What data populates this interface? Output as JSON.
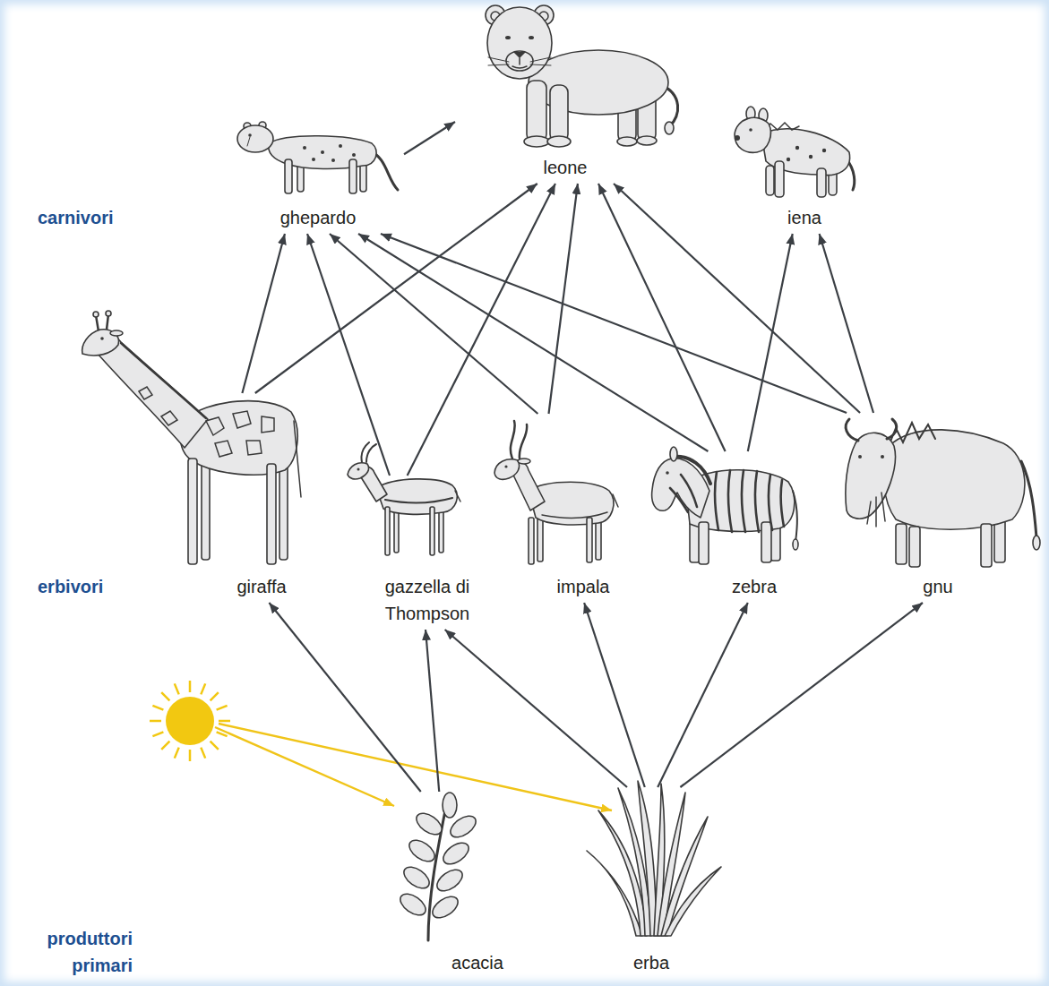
{
  "diagram": {
    "nodes": [
      {
        "text": [
          "leone"
        ]
      },
      {
        "text": [
          "ghepardo"
        ]
      },
      {
        "text": [
          "iena"
        ]
      },
      {
        "text": [
          "giraffa"
        ]
      },
      {
        "text": [
          "gazzella di Thompson"
        ]
      },
      {
        "text": [
          "impala"
        ]
      },
      {
        "text": [
          "zebra"
        ]
      },
      {
        "text": [
          "gnu"
        ]
      },
      {
        "text": [
          "acacia"
        ]
      },
      {
        "text": [
          "erba"
        ]
      }
    ],
    "edges": [
      {
        "from": 1,
        "to": 0,
        "arrow": "to"
      },
      {
        "from": 3,
        "to": 1,
        "arrow": "to"
      },
      {
        "from": 3,
        "to": 0,
        "arrow": "to"
      },
      {
        "from": 4,
        "to": 1,
        "arrow": "to"
      },
      {
        "from": 4,
        "to": 0,
        "arrow": "to"
      },
      {
        "from": 5,
        "to": 1,
        "arrow": "to"
      },
      {
        "from": 5,
        "to": 0,
        "arrow": "to"
      },
      {
        "from": 6,
        "to": 1,
        "arrow": "to"
      },
      {
        "from": 6,
        "to": 0,
        "arrow": "to"
      },
      {
        "from": 6,
        "to": 2,
        "arrow": "to"
      },
      {
        "from": 7,
        "to": 1,
        "arrow": "to"
      },
      {
        "from": 7,
        "to": 0,
        "arrow": "to"
      },
      {
        "from": 7,
        "to": 2,
        "arrow": "to"
      },
      {
        "from": 8,
        "to": 3,
        "arrow": "to"
      },
      {
        "from": 8,
        "to": 4,
        "arrow": "to"
      },
      {
        "from": 9,
        "to": 4,
        "arrow": "to"
      },
      {
        "from": 9,
        "to": 5,
        "arrow": "to"
      },
      {
        "from": 9,
        "to": 6,
        "arrow": "to"
      },
      {
        "from": 9,
        "to": 7,
        "arrow": "to"
      }
    ],
    "labels": [
      "carnivori",
      "erbivori",
      "produttori primari"
    ]
  }
}
